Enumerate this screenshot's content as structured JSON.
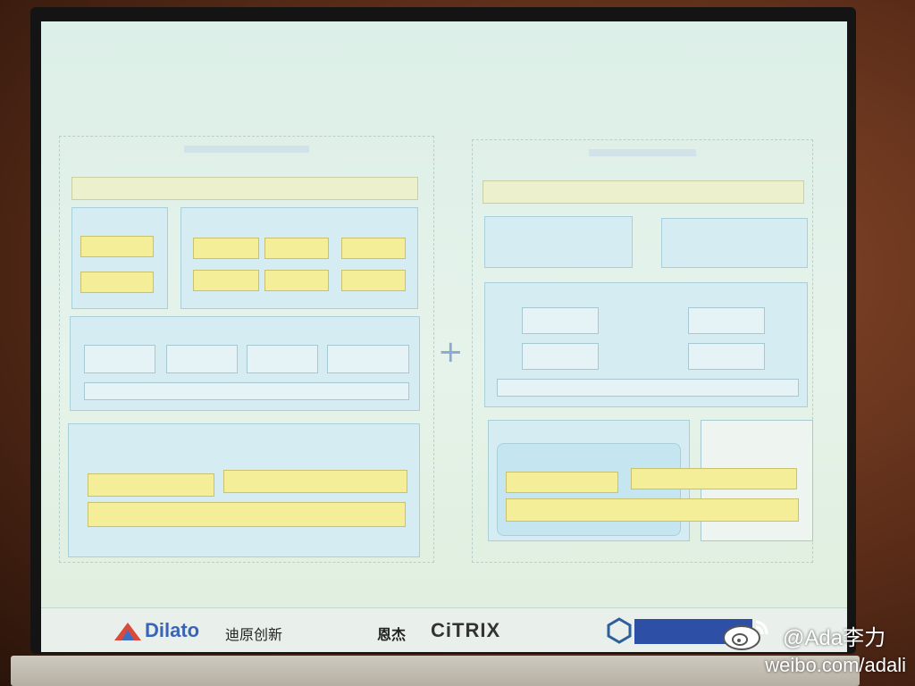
{
  "footer": {
    "dilato": "Dilato",
    "dilato_cn": "迪原创新",
    "ajie": "恩杰",
    "citrix": "CiTRIX"
  },
  "watermark": {
    "handle": "@Ada李力",
    "url": "weibo.com/adali"
  },
  "colors": {
    "screen": "#e2f1e9",
    "box_blue": "#d4ecf2",
    "bar_yellow": "#f4ee98",
    "accent_plus": "#8aaad2"
  },
  "icons": {
    "plus": "plus-icon",
    "weibo": "weibo-logo-icon",
    "dilato": "dilato-logo-icon"
  },
  "glyphs": {
    "plus": "+"
  }
}
